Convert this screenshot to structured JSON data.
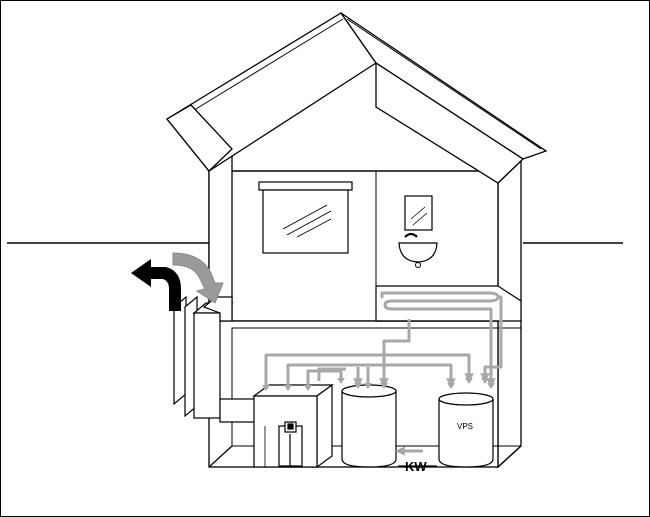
{
  "labels": {
    "cold_water": "KW",
    "storage_tank": "VPS"
  },
  "colors": {
    "outline": "#000000",
    "pipe_gray": "#a8a8a8",
    "arrow_gray": "#9a9a9a",
    "arrow_black": "#000000",
    "wall": "#ffffff"
  },
  "icons": {
    "exhaust_arrow": "black-curved-arrow",
    "intake_arrow": "gray-curved-arrow"
  }
}
